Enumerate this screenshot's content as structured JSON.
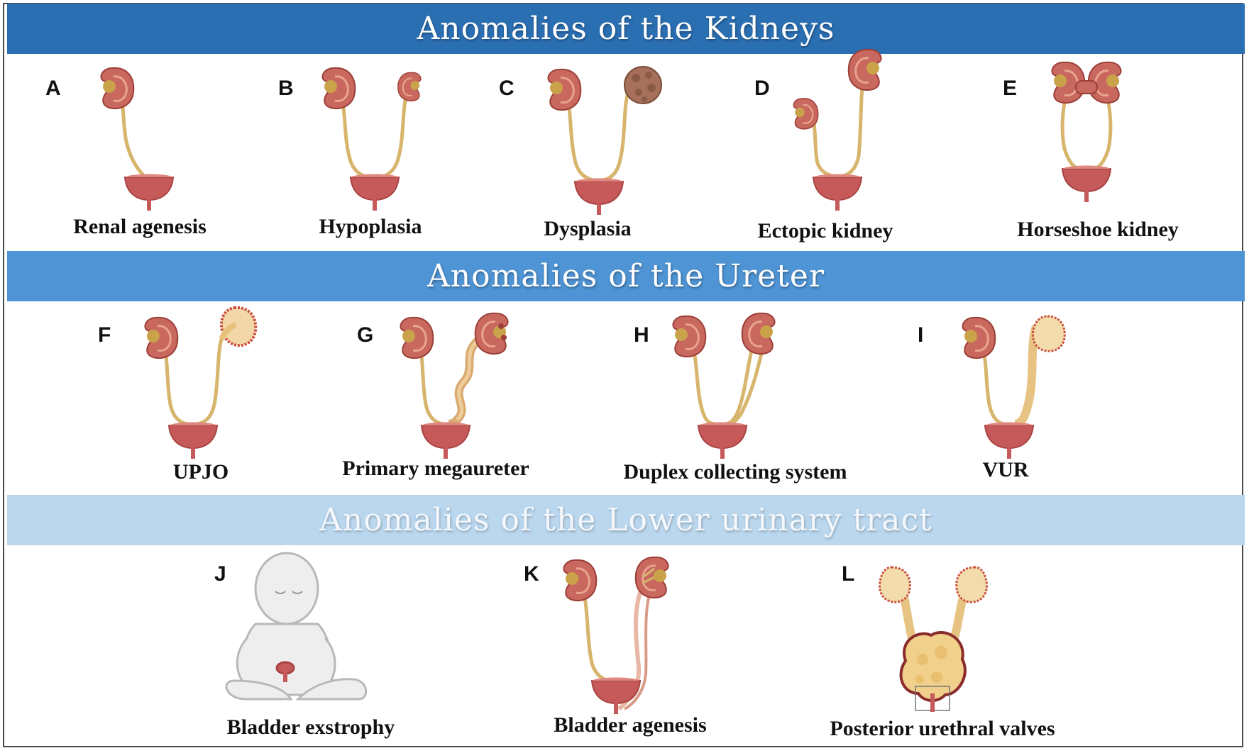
{
  "sections": [
    {
      "title": "Anomalies of the Kidneys"
    },
    {
      "title": "Anomalies of the Ureter"
    },
    {
      "title": "Anomalies of the Lower urinary tract"
    }
  ],
  "panels": [
    {
      "letter": "A",
      "caption": "Renal agenesis"
    },
    {
      "letter": "B",
      "caption": "Hypoplasia"
    },
    {
      "letter": "C",
      "caption": "Dysplasia"
    },
    {
      "letter": "D",
      "caption": "Ectopic kidney"
    },
    {
      "letter": "E",
      "caption": "Horseshoe kidney"
    },
    {
      "letter": "F",
      "caption": "UPJO"
    },
    {
      "letter": "G",
      "caption": "Primary megaureter"
    },
    {
      "letter": "H",
      "caption": "Duplex collecting system"
    },
    {
      "letter": "I",
      "caption": "VUR"
    },
    {
      "letter": "J",
      "caption": "Bladder exstrophy"
    },
    {
      "letter": "K",
      "caption": "Bladder agenesis"
    },
    {
      "letter": "L",
      "caption": "Posterior urethral valves"
    }
  ],
  "colors": {
    "band_1": "#2b6fb3",
    "band_2": "#4f94d4",
    "band_3": "#bad7ee",
    "kidney": "#c9685f",
    "kidney_edge": "#9c3f38",
    "pelvis": "#c9a24a",
    "ureter": "#d7b56d",
    "bladder": "#c65a5a"
  }
}
